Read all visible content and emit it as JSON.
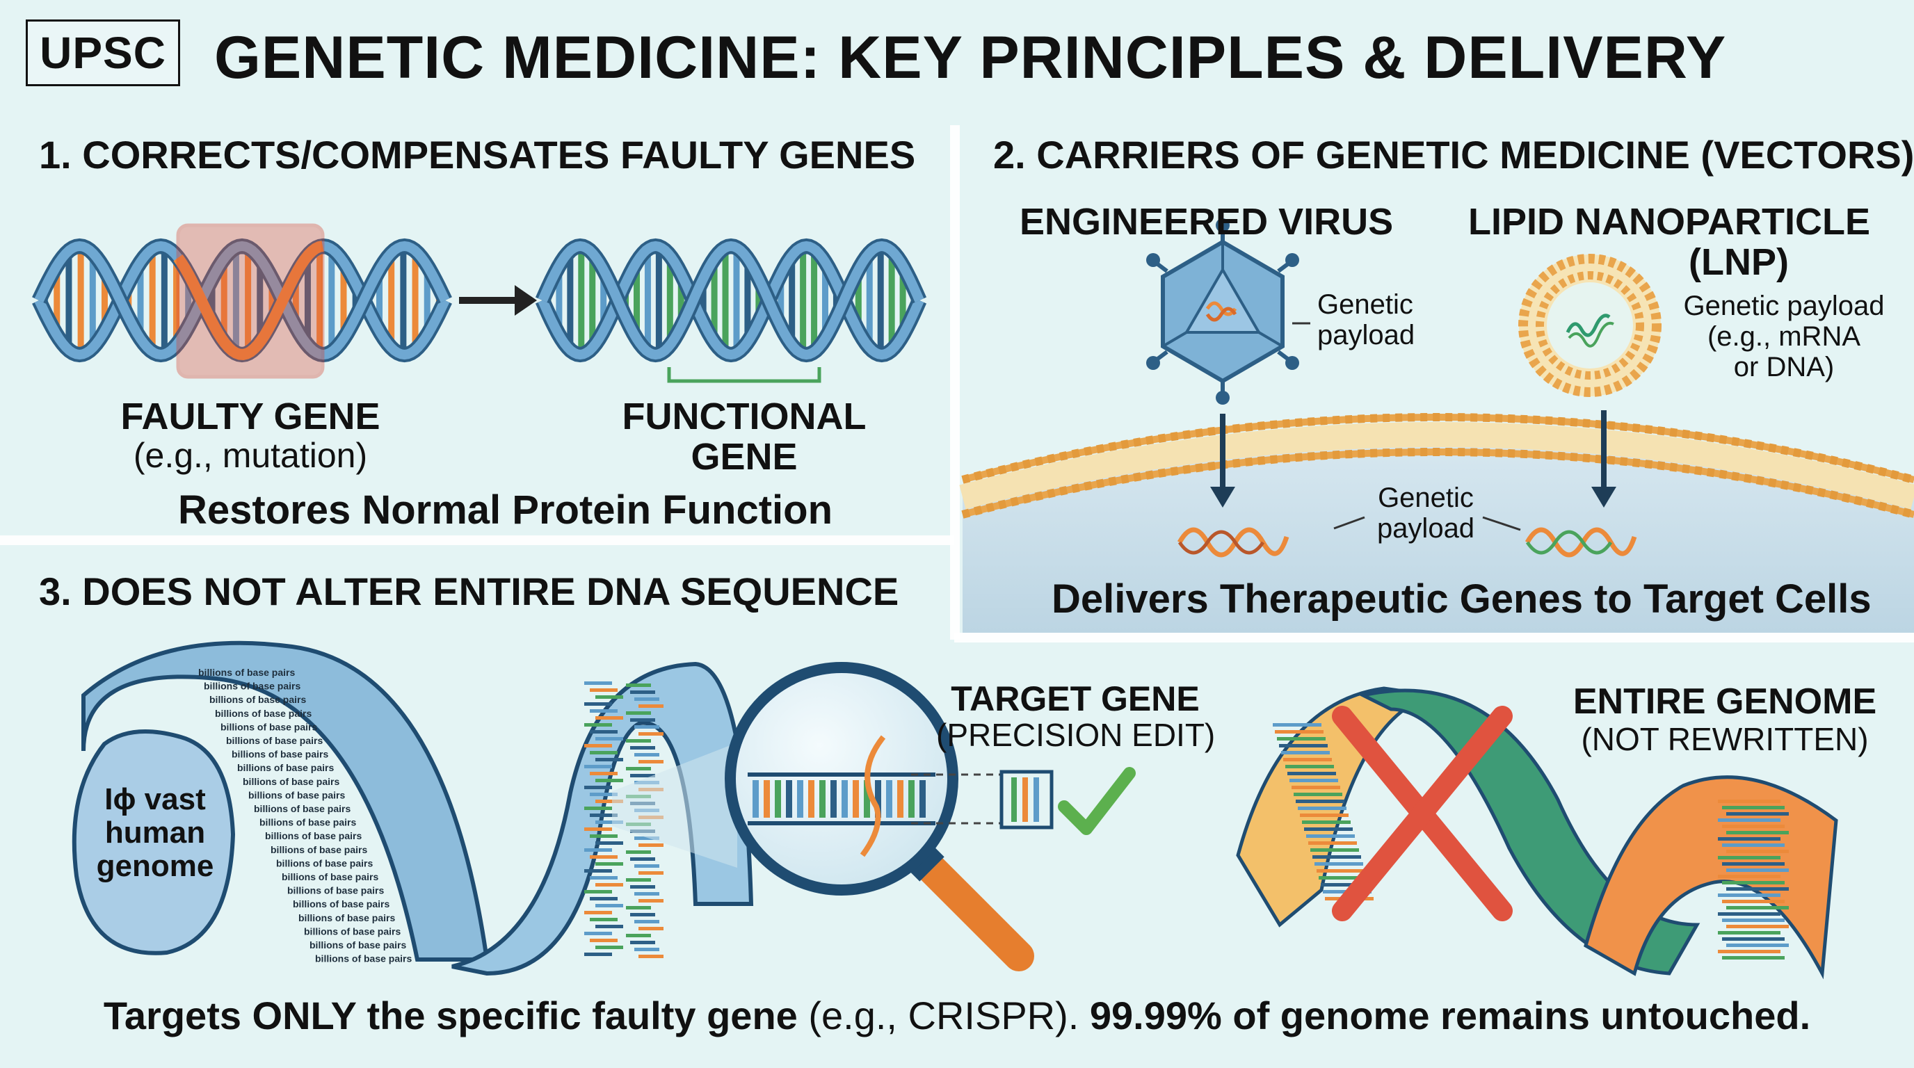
{
  "badge": "UPSC",
  "title": "GENETIC MEDICINE: KEY PRINCIPLES & DELIVERY",
  "section1": {
    "heading": "1. CORRECTS/COMPENSATES FAULTY GENES",
    "faulty_label": "FAULTY GENE",
    "faulty_sub": "(e.g., mutation)",
    "functional_label_1": "FUNCTIONAL",
    "functional_label_2": "GENE",
    "caption": "Restores Normal Protein Function"
  },
  "section2": {
    "heading": "2. CARRIERS OF GENETIC MEDICINE (VECTORS)",
    "virus_label": "ENGINEERED VIRUS",
    "virus_payload_1": "Genetic",
    "virus_payload_2": "payload",
    "lnp_label_1": "LIPID NANOPARTICLE",
    "lnp_label_2": "(LNP)",
    "lnp_payload_1": "Genetic payload",
    "lnp_payload_2": "(e.g., mRNA",
    "lnp_payload_3": "or DNA)",
    "cell_payload_1": "Genetic",
    "cell_payload_2": "payload",
    "caption": "Delivers Therapeutic Genes to Target Cells"
  },
  "section3": {
    "heading": "3. DOES NOT ALTER ENTIRE DNA SEQUENCE",
    "genome_label_1": "Iɸ vast",
    "genome_label_2": "human",
    "genome_label_3": "genome",
    "ribbon_text": "billions of base pairs",
    "target_label": "TARGET GENE",
    "target_sub": "(PRECISION EDIT)",
    "entire_label": "ENTIRE GENOME",
    "entire_sub": "(NOT REWRITTEN)"
  },
  "footer": {
    "part1": "Targets ONLY the specific faulty gene",
    "part2": " (e.g., CRISPR). ",
    "part3": "99.99% of genome remains untouched."
  },
  "colors": {
    "background": "#e4f4f4",
    "dna_blue": "#5d9cc9",
    "dna_orange": "#ec8a3a",
    "dna_green": "#4aa35c",
    "highlight_red": "#e0533f",
    "check_green": "#5cb04e",
    "cell_fill": "#c9dfe9"
  }
}
